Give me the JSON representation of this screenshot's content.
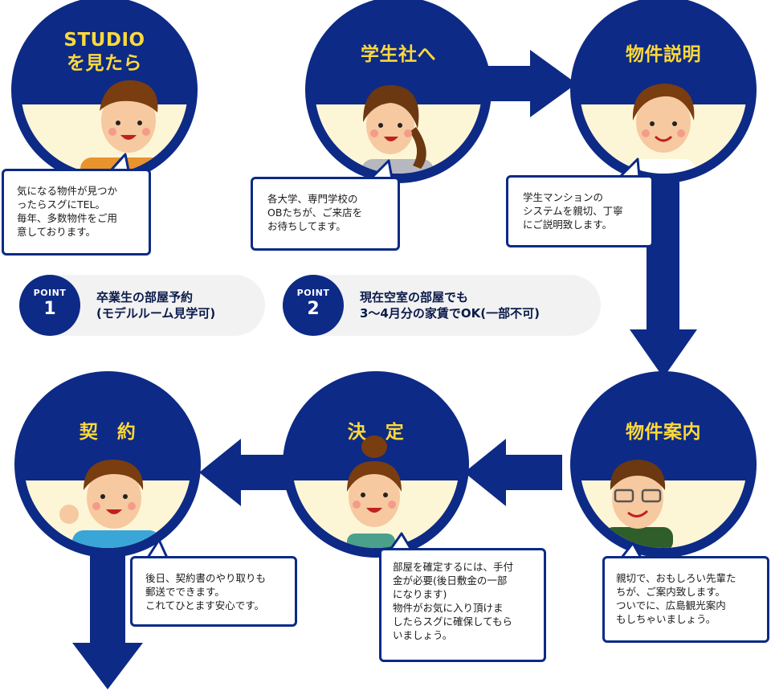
{
  "steps": [
    {
      "title_lines": [
        "STUDIO",
        "を見たら"
      ],
      "caption_lines": [
        "気になる物件が見つか",
        "ったらスグにTEL。",
        "毎年、多数物件をご用",
        "意しております。"
      ]
    },
    {
      "title_lines": [
        "学生社へ"
      ],
      "caption_lines": [
        "各大学、専門学校の",
        "OBたちが、ご来店を",
        "お待ちしてます。"
      ]
    },
    {
      "title_lines": [
        "物件説明"
      ],
      "caption_lines": [
        "学生マンションの",
        "システムを親切、丁寧",
        "にご説明致します。"
      ]
    },
    {
      "title_lines": [
        "物件案内"
      ],
      "caption_lines": [
        "親切で、おもしろい先輩た",
        "ちが、ご案内致します。",
        "ついでに、広島観光案内",
        "もしちゃいましょう。"
      ]
    },
    {
      "title_lines": [
        "決　定"
      ],
      "caption_lines": [
        "部屋を確定するには、手付",
        "金が必要(後日敷金の一部",
        "になります)",
        "物件がお気に入り頂けま",
        "したらスグに確保してもら",
        "いましょう。"
      ]
    },
    {
      "title_lines": [
        "契　約"
      ],
      "caption_lines": [
        "後日、契約書のやり取りも",
        "郵送でできます。",
        "これてひとます安心です。"
      ]
    }
  ],
  "points": [
    {
      "label": "POINT",
      "number": "1",
      "text_lines": [
        "卒業生の部屋予約",
        "(モデルルーム見学可)"
      ]
    },
    {
      "label": "POINT",
      "number": "2",
      "text_lines": [
        "現在空室の部屋でも",
        "3〜4月分の家賃でOK(一部不可)"
      ]
    }
  ],
  "colors": {
    "navy": "#0d2a86",
    "title_yellow": "#ffd93a",
    "cream": "#fdf6d6",
    "pill_gray": "#f2f2f2"
  }
}
